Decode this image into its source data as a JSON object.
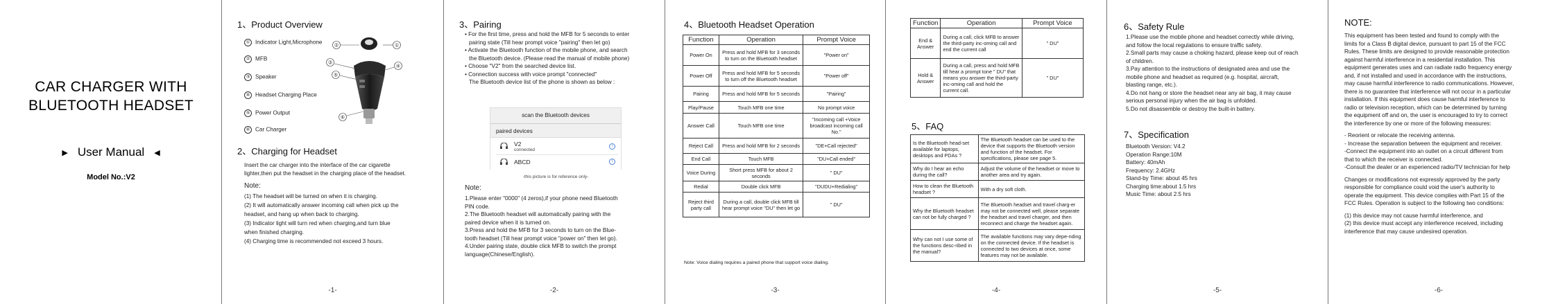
{
  "cover": {
    "title_line1": "CAR CHARGER WITH",
    "title_line2": "BLUETOOTH HEADSET",
    "user_manual": "User Manual",
    "model": "Model No.:V2"
  },
  "page1": {
    "overview_title": "1、Product Overview",
    "parts": [
      {
        "num": "①",
        "label": "Indicator Light,Microphone"
      },
      {
        "num": "②",
        "label": "MFB"
      },
      {
        "num": "③",
        "label": "Speaker"
      },
      {
        "num": "④",
        "label": "Headset Charging Place"
      },
      {
        "num": "⑤",
        "label": "Power Output"
      },
      {
        "num": "⑥",
        "label": "Car Charger"
      }
    ],
    "callouts": [
      "②",
      "①",
      "③",
      "④",
      "⑤",
      "⑥"
    ],
    "charging_title": "2、Charging for Headset",
    "charging_line1": "Insert the car charger into the interface of the car cigarette",
    "charging_line2": "lighter,then put the headset in the charging place of the headset.",
    "note_label": "Note:",
    "notes": [
      "(1) The headset will be turned on when it is charging.",
      "(2) It will automatically answer incoming call when pick up the",
      "headset, and hang up when back to charging.",
      "(3) Indicator light will turn red when charging,and turn blue",
      "when finished charging.",
      "(4) Charging time is recommended not exceed 3 hours."
    ],
    "page_num": "-1-"
  },
  "page2": {
    "title": "3、Pairing",
    "bullets": [
      "• For the first time, press and hold the MFB for 5 seconds to enter",
      "  pairing state (Till hear prompt voice \"pairing\" then let go)",
      "• Activate the Bluetooth function of the mobile phone, and search",
      "  the Bluetooth device. (Please read the manual of mobile phone)",
      "• Choose  \"V2\" from the searched device list.",
      "• Connection success with voice prompt  \"connected\"",
      "  The Bluetooth device list of the phone is shown as below :"
    ],
    "screen_title": "scan the Bluetooth devices",
    "paired_label": "paired devices",
    "device1_name": "V2",
    "device1_status": "connected",
    "device2_name": "ABCD",
    "reference": "-this picture is for reference only-",
    "note_label": "Note:",
    "notes": [
      "1.Please enter  \"0000\" (4 zeros),if your phone need Bluetooth",
      "PIN code.",
      "2.The Bluetooth headset will automatically pairing with the",
      "paired device when it is turned on.",
      "3.Press and hold the MFB for 3 seconds to turn on the Blue-",
      "tooth headset (Till hear prompt voice  \"power on\" then let go).",
      "4.Under pairing state, double click MFB to switch the prompt",
      "language(Chinese/English)."
    ],
    "page_num": "-2-"
  },
  "page3": {
    "title": "4、Bluetooth Headset Operation",
    "headers": [
      "Function",
      "Operation",
      "Prompt Voice"
    ],
    "rows": [
      [
        "Power On",
        "Press and hold MFB for 3 seconds to turn on the Bluetooth headset",
        "\"Power on\""
      ],
      [
        "Power Off",
        "Press and hold MFB for 5 seconds to turn off the Bluetooth headset",
        "\"Power off\""
      ],
      [
        "Pairing",
        "Press and hold MFB for 5 seconds",
        "\"Pairing\""
      ],
      [
        "Play/Pause",
        "Touch MFB one time",
        "No prompt voice"
      ],
      [
        "Answer Call",
        "Touch MFB one time",
        "\"Incoming call +Voice broadcast incoming call No.\""
      ],
      [
        "Reject Call",
        "Press and hold MFB for 2 seconds",
        "\"DE+Call rejected\""
      ],
      [
        "End Call",
        "Touch MFB",
        "\"DU+Call ended\""
      ],
      [
        "Voice During",
        "Short press MFB for about 2 seconds",
        "\" DU\""
      ],
      [
        "Redial",
        "Double click MFB",
        "\"DUDU+Redialing\""
      ],
      [
        "Reject third party call",
        "During a call, double click MFB till hear prompt voice \"DU\" then let go",
        "\" DU\""
      ]
    ],
    "footnote": "Note: Voice dialing requires a paired phone that support voice dialing.",
    "page_num": "-3-"
  },
  "page4": {
    "headers": [
      "Function",
      "Operation",
      "Prompt Voice"
    ],
    "rows": [
      [
        "End & Answer",
        "During a call, click MFB to answer the third-party inc-oming call and end the current call",
        "\" DU\""
      ],
      [
        "Hold & Answer",
        "During a call, press and hold MFB till hear a prompt tone \" DU\" that means you answer the third-party inc-oming call and hold the current call.",
        "\" DU\""
      ]
    ],
    "faq_title": "5、FAQ",
    "faq": [
      [
        "Is the Bluetooth head-set available for laptops, desktops and PDAs ?",
        "The Bluetooth headset can be used to the device that supports the Bluetooth version and function of the headset. For specifications, please see page 5."
      ],
      [
        "Why do I hear an echo during the call?",
        "Adjust the volume of the headset or move to another area and try again."
      ],
      [
        "How to clean the Bluetooth headset ?",
        "With a dry soft cloth."
      ],
      [
        "Why the Bluetooth headset can not be fully charged ?",
        "The Bluetooth headset and travel charg-er may not be connected well, please separate the headset and travel charger, and then reconnect and charge the headset again."
      ],
      [
        "Why can not I use some of the functions desc-ribed in the manual?",
        "The available functions may vary depe-nding on the connected device. If the headset is connected to two devices at once, some features may not be available."
      ]
    ],
    "page_num": "-4-"
  },
  "page5": {
    "safety_title": "6、Safety Rule",
    "safety": [
      "1.Please use the mobile phone and headset correctly while driving,",
      "and follow the local regulations to ensure traffic safety.",
      "2.Small parts may cause a choking hazard, please keep out of reach",
      "of children.",
      "3.Pay attention to the instructions of designated area and use the",
      "mobile phone and headset as required (e.g. hospital, aircraft,",
      "blasting range, etc.).",
      "4.Do not hang or store the headset near any air bag, it may cause",
      "serious personal injury when the air bag is unfolded.",
      "5.Do not disassemble or destroy the built-in battery."
    ],
    "spec_title": "7、Specification",
    "specs": [
      "Bluetooth Version: V4.2",
      "Operation Range:10M",
      "Battery: 40mAh",
      "Frequency: 2.4GHz",
      "Stand-by Time: about 45 hrs",
      "Charging time:about 1.5 hrs",
      "Music Time: about 2.5 hrs"
    ],
    "page_num": "-5-"
  },
  "page6": {
    "title": "NOTE:",
    "para1": [
      "This equipment has been tested and found to comply with the",
      "limits for a Class B digital device, pursuant to part 15 of the FCC",
      "Rules. These limits are designed to provide reasonable protection",
      "against harmful interference in a residential installation. This",
      "equipment generates uses and can radiate radio frequency energy",
      "and, if not installed and used in accordance with the instructions,",
      "may cause harmful interference to radio communications. However,",
      "there is no guarantee that interference will not occur in a particular",
      "installation. If this equipment does cause harmful interference to",
      "radio or television reception, which can be determined by turning",
      "the equipment off and on, the user is encouraged to try to correct",
      "the interference by one or more of the following measures:"
    ],
    "para2": [
      "- Reorient or relocate the receiving antenna.",
      "- Increase the separation between the equipment and receiver.",
      "-Connect the equipment into an outlet on a circuit different from",
      "that to which the receiver is connected.",
      "-Consult the dealer or an experienced radio/TV technician for help"
    ],
    "para3": [
      "Changes or modifications not expressly approved by the party",
      "responsible for compliance could void the user's authority to",
      "operate the equipment. This device complies with Part 15 of the",
      "FCC Rules. Operation is subject to the following two conditions:"
    ],
    "para4": [
      "(1) this device may not cause harmful interference, and",
      "(2) this device must accept any interference received, including",
      "interference that may cause undesired operation."
    ],
    "page_num": "-6-"
  }
}
